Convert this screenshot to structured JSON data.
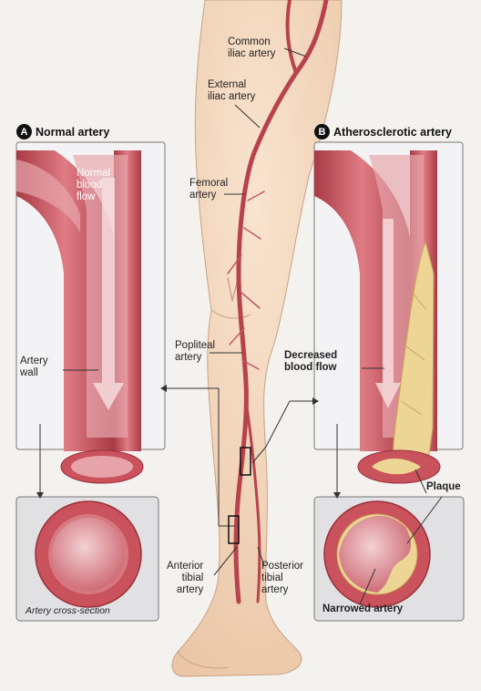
{
  "panel_a": {
    "badge": "A",
    "title": "Normal artery"
  },
  "panel_b": {
    "badge": "B",
    "title": "Atherosclerotic artery"
  },
  "labels": {
    "common_iliac": [
      "Common",
      "iliac artery"
    ],
    "external_iliac": [
      "External",
      "iliac artery"
    ],
    "femoral": [
      "Femoral",
      "artery"
    ],
    "popliteal": [
      "Popliteal",
      "artery"
    ],
    "anterior_tibial": [
      "Anterior",
      "tibial",
      "artery"
    ],
    "posterior_tibial": [
      "Posterior",
      "tibial",
      "artery"
    ],
    "normal_blood_flow": [
      "Normal",
      "blood",
      "flow"
    ],
    "artery_wall": [
      "Artery",
      "wall"
    ],
    "artery_cross_section": "Artery cross-section",
    "decreased_blood_flow": [
      "Decreased",
      "blood flow"
    ],
    "plaque": "Plaque",
    "narrowed_artery": "Narrowed artery"
  },
  "colors": {
    "artery": "#c9525c",
    "artery_light": "#e8a3a8",
    "skin": "#f5dcc4",
    "plaque": "#ecd595",
    "panel": "#f4f4f6"
  }
}
